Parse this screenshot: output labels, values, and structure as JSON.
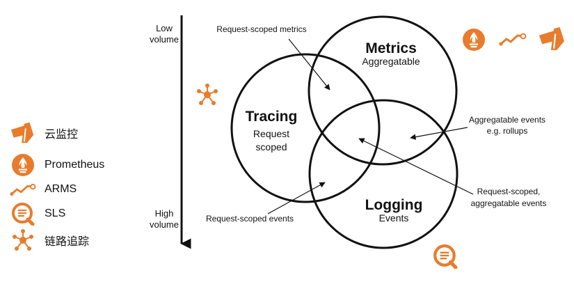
{
  "colors": {
    "accent": "#e87c2c",
    "ink": "#111111"
  },
  "axis": {
    "top_label_line1": "Low",
    "top_label_line2": "volume",
    "bottom_label_line1": "High",
    "bottom_label_line2": "volume"
  },
  "circles": {
    "metrics": {
      "title": "Metrics",
      "subtitle": "Aggregatable"
    },
    "tracing": {
      "title": "Tracing",
      "subtitle_line1": "Request",
      "subtitle_line2": "scoped"
    },
    "logging": {
      "title": "Logging",
      "subtitle": "Events"
    }
  },
  "annotations": {
    "request_scoped_metrics": "Request-scoped metrics",
    "aggregatable_events_line1": "Aggregatable events",
    "aggregatable_events_line2": "e.g. rollups",
    "request_scoped_aggregatable_line1": "Request-scoped,",
    "request_scoped_aggregatable_line2": "aggregatable events",
    "request_scoped_events": "Request-scoped events"
  },
  "legend": [
    {
      "icon": "cloud-monitor-icon",
      "label": "云监控"
    },
    {
      "icon": "prometheus-icon",
      "label": "Prometheus"
    },
    {
      "icon": "arms-icon",
      "label": "ARMS"
    },
    {
      "icon": "sls-icon",
      "label": "SLS"
    },
    {
      "icon": "tracing-icon",
      "label": "链路追踪"
    }
  ]
}
